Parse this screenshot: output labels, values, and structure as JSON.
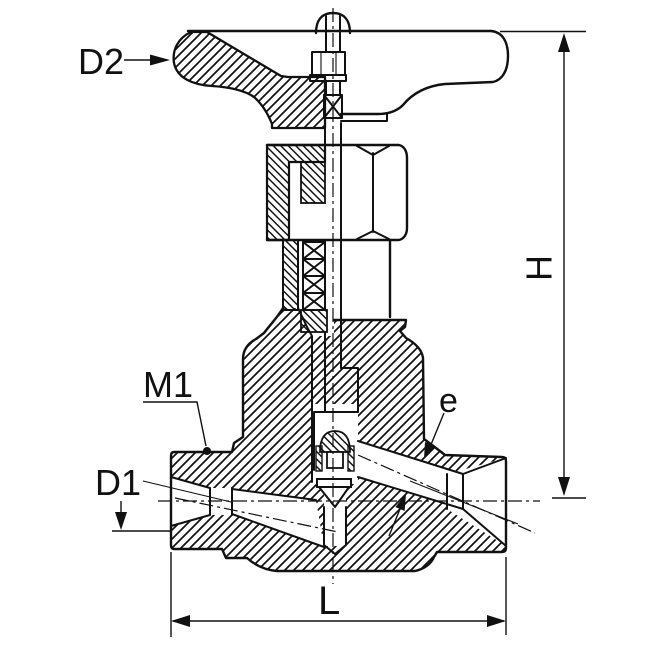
{
  "diagram": {
    "type": "technical-drawing",
    "subject": "needle valve cross-section",
    "colors": {
      "line": "#111111",
      "background": "#ffffff"
    },
    "labels": {
      "handwheel_diameter": "D2",
      "connection_thread": "M1",
      "bore_diameter": "D1",
      "passage_diameter": "e",
      "overall_height": "H",
      "overall_length": "L"
    }
  }
}
